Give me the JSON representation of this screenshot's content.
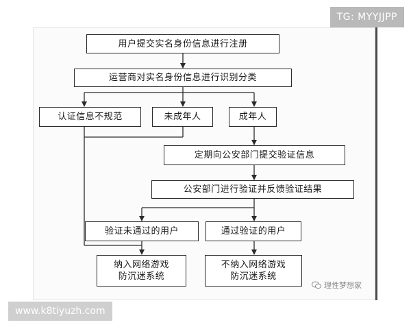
{
  "watermarks": {
    "top_right": "TG: MYYJJPP",
    "bottom_left": "www.k8tiyuzh.com",
    "logo_text": "理性梦想家"
  },
  "nodes": {
    "register": "用户提交实名身份信息进行注册",
    "identify": "运营商对实名身份信息进行识别分类",
    "irregular": "认证信息不规范",
    "minor": "未成年人",
    "adult": "成年人",
    "submit_police": "定期向公安部门提交验证信息",
    "police_verify": "公安部门进行验证并反馈验证结果",
    "not_passed": "验证未通过的用户",
    "passed": "通过验证的用户",
    "include": "纳入网络游戏\n防沉迷系统",
    "exclude": "不纳入网络游戏\n防沉迷系统"
  }
}
